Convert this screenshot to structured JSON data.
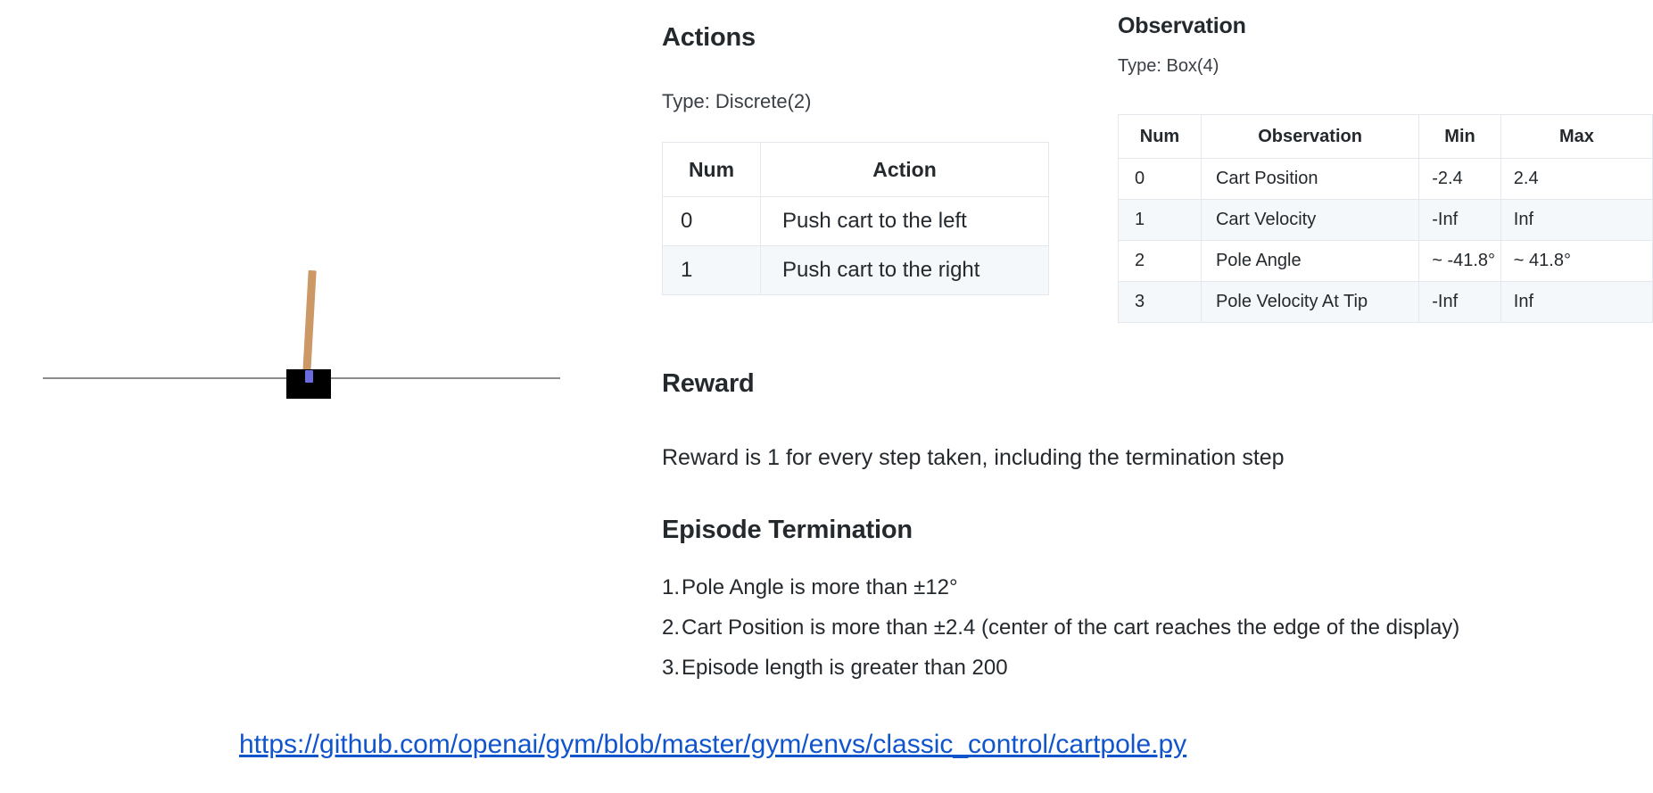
{
  "figure": {
    "name": "CartPole environment rendering",
    "cart_color": "#000000",
    "pole_color": "#cc9966",
    "axle_color": "#6b6be0",
    "track_color": "#8c8c8c"
  },
  "actions": {
    "heading": "Actions",
    "type_line": "Type: Discrete(2)",
    "table": {
      "headers": [
        "Num",
        "Action"
      ],
      "rows": [
        [
          "0",
          "Push cart to the left"
        ],
        [
          "1",
          "Push cart to the right"
        ]
      ]
    }
  },
  "observation": {
    "heading": "Observation",
    "type_line": "Type: Box(4)",
    "table": {
      "headers": [
        "Num",
        "Observation",
        "Min",
        "Max"
      ],
      "rows": [
        [
          "0",
          "Cart Position",
          "-2.4",
          "2.4"
        ],
        [
          "1",
          "Cart Velocity",
          "-Inf",
          "Inf"
        ],
        [
          "2",
          "Pole Angle",
          "~ -41.8°",
          "~ 41.8°"
        ],
        [
          "3",
          "Pole Velocity At Tip",
          "-Inf",
          "Inf"
        ]
      ]
    }
  },
  "reward": {
    "heading": "Reward",
    "text": "Reward is 1 for every step taken, including the termination step"
  },
  "termination": {
    "heading": "Episode Termination",
    "items": [
      {
        "num": "1.",
        "text": "Pole Angle is more than ±12°"
      },
      {
        "num": "2.",
        "text": "Cart Position is more than ±2.4 (center of the cart reaches the edge of the display)"
      },
      {
        "num": "3.",
        "text": "Episode length is greater than 200"
      }
    ]
  },
  "footer": {
    "link_text": "https://github.com/openai/gym/blob/master/gym/envs/classic_control/cartpole.py",
    "link_color": "#1155cc"
  }
}
